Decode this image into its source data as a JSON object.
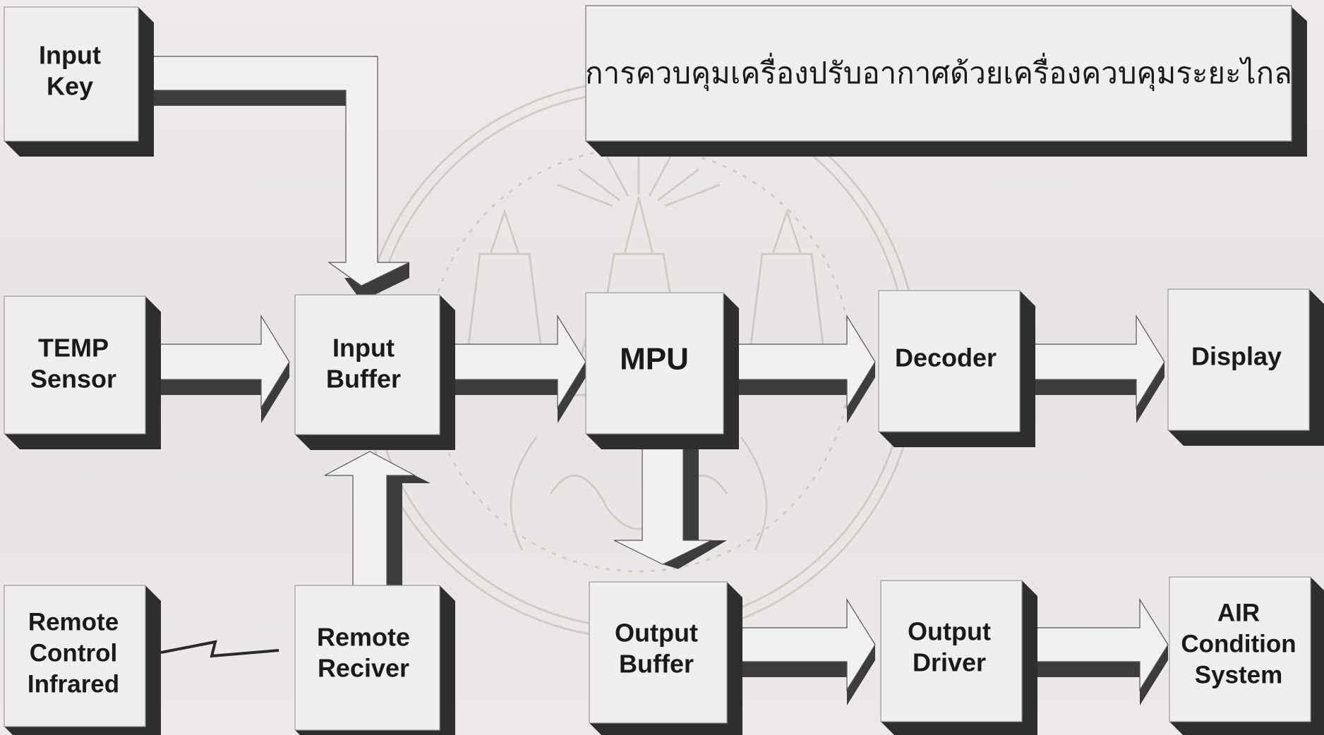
{
  "diagram": {
    "title": "การควบคุมเครื่องปรับอากาศด้วยเครื่องควบคุมระยะไกล",
    "blocks": {
      "input_key": [
        "Input",
        "Key"
      ],
      "temp_sensor": [
        "TEMP",
        "Sensor"
      ],
      "remote_control": [
        "Remote",
        "Control",
        "Infrared"
      ],
      "input_buffer": [
        "Input",
        "Buffer"
      ],
      "remote_receiver": [
        "Remote",
        "Reciver"
      ],
      "mpu": [
        "MPU"
      ],
      "decoder": [
        "Decoder"
      ],
      "display": [
        "Display"
      ],
      "output_buffer": [
        "Output",
        "Buffer"
      ],
      "output_driver": [
        "Output",
        "Driver"
      ],
      "air_condition": [
        "AIR",
        "Condition",
        "System"
      ]
    }
  },
  "colors": {
    "background": "#ece9e8",
    "box_face": "#f1efee",
    "box_edge": "#2e2e2e",
    "arrow_face": "#f3f1f0",
    "arrow_side": "#3c3c3c",
    "watermark": "#b9b5b3"
  },
  "icons": {
    "watermark": "university-seal-watermark",
    "wireless_link": "lightning-zigzag-icon"
  }
}
